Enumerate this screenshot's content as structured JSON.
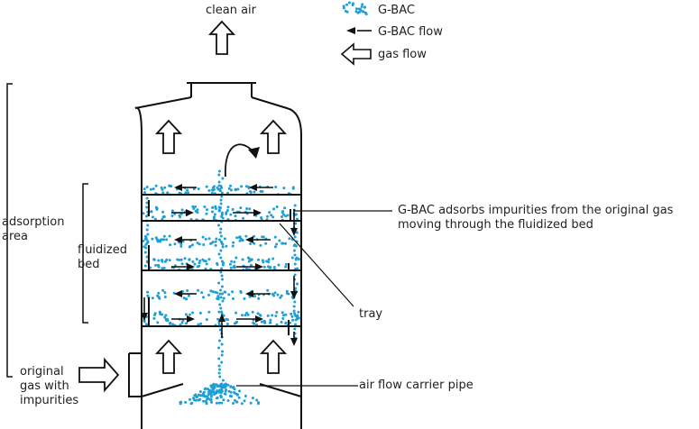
{
  "legend": {
    "gbac": "G-BAC",
    "gbac_flow": "G-BAC flow",
    "gas_flow": "gas flow"
  },
  "labels": {
    "clean_air": "clean air",
    "adsorption_area": "adsorption\narea",
    "fluidized_bed": "fluidized\nbed",
    "adsorb_note": "G-BAC adsorbs impurities from the original gas\nmoving through the fluidized bed",
    "tray": "tray",
    "original_gas": "original\ngas with\nimpurities",
    "air_pipe": "air flow carrier pipe"
  },
  "colors": {
    "gbac": "#1e9fd6",
    "line": "#111111"
  }
}
